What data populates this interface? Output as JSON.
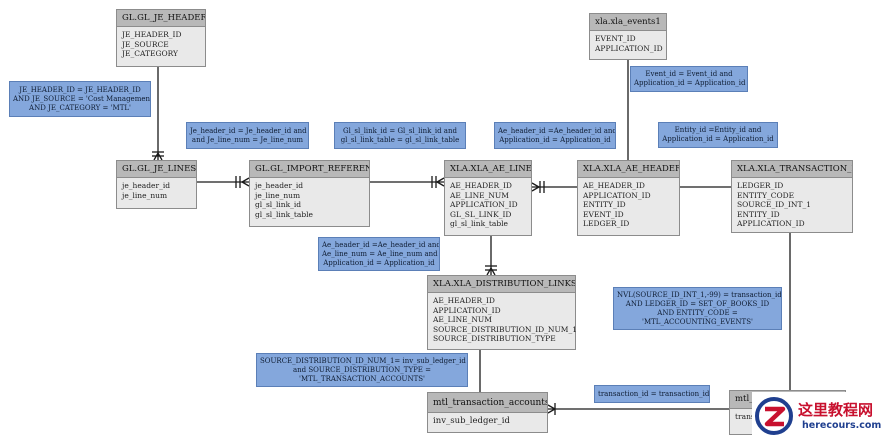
{
  "entities": {
    "gl_je_headers": {
      "title": "GL.GL_JE_HEADERS",
      "cols": [
        "JE_HEADER_ID",
        "JE_SOURCE",
        "JE_CATEGORY"
      ]
    },
    "gl_je_lines": {
      "title": "GL.GL_JE_LINES",
      "cols": [
        "je_header_id",
        "je_line_num"
      ]
    },
    "gl_import_references": {
      "title": "GL.GL_IMPORT_REFERENCES",
      "cols": [
        "je_header_id",
        "je_line_num",
        "gl_sl_link_id",
        "gl_sl_link_table"
      ]
    },
    "xla_ae_lines": {
      "title": "XLA.XLA_AE_LINES",
      "cols": [
        "AE_HEADER_ID",
        "AE_LINE_NUM",
        "APPLICATION_ID",
        "GL_SL_LINK_ID",
        "gl_sl_link_table"
      ]
    },
    "xla_ae_headers": {
      "title": "XLA.XLA_AE_HEADERS",
      "cols": [
        "AE_HEADER_ID",
        "APPLICATION_ID",
        "ENTITY_ID",
        "EVENT_ID",
        "LEDGER_ID"
      ]
    },
    "xla_events": {
      "title": "xla.xla_events1",
      "cols": [
        "EVENT_ID",
        "APPLICATION_ID"
      ]
    },
    "xla_transaction_entities": {
      "title": "XLA.XLA_TRANSACTION_ENTITIES",
      "cols": [
        "LEDGER_ID",
        "ENTITY_CODE",
        "SOURCE_ID_INT_1",
        "ENTITY_ID",
        "APPLICATION_ID"
      ]
    },
    "xla_distribution_links": {
      "title": "XLA.XLA_DISTRIBUTION_LINKS",
      "cols": [
        "AE_HEADER_ID",
        "APPLICATION_ID",
        "AE_LINE_NUM",
        "SOURCE_DISTRIBUTION_ID_NUM_1",
        "SOURCE_DISTRIBUTION_TYPE"
      ]
    },
    "mtl_transaction_accounts": {
      "title": "mtl_transaction_accounts",
      "cols": [
        "inv_sub_ledger_id"
      ]
    },
    "mtl_partial": {
      "title": "mtl_material_transactions",
      "cols": [
        "transaction_id"
      ]
    }
  },
  "notes": {
    "n_headers_lines": [
      "JE_HEADER_ID = JE_HEADER_ID",
      "AND JE_SOURCE = 'Cost Management'",
      "AND JE_CATEGORY = 'MTL'"
    ],
    "n_lines_refs": [
      "Je_header_id = Je_header_id and",
      "and Je_line_num =  Je_line_num"
    ],
    "n_refs_aelines": [
      "Gl_sl_link_id = Gl_sl_link_id and",
      "gl_sl_link_table = gl_sl_link_table"
    ],
    "n_aelines_aeheaders": [
      "Ae_header_id =Ae_header_id and",
      "Application_id = Application_id"
    ],
    "n_events": [
      "Event_id = Event_id and",
      "Application_id = Application_id"
    ],
    "n_entities": [
      "Entity_id =Entity_id and",
      "Application_id = Application_id"
    ],
    "n_dist": [
      "Ae_header_id =Ae_header_id and",
      "Ae_line_num = Ae_line_num and",
      "Application_id = Application_id"
    ],
    "n_nvl": [
      "NVL(SOURCE_ID_INT_1,-99) = transaction_id",
      "AND LEDGER_ID = SET_OF_BOOKS_ID",
      "AND ENTITY_CODE =",
      "'MTL_ACCOUNTING_EVENTS'"
    ],
    "n_srcdist": [
      "SOURCE_DISTRIBUTION_ID_NUM_1= inv_sub_ledger_id",
      "and  SOURCE_DISTRIBUTION_TYPE =",
      "'MTL_TRANSACTION_ACCOUNTS'"
    ],
    "n_trx": [
      "transaction_id = transaction_id"
    ]
  },
  "watermark": {
    "title": "这里教程网",
    "url": "herecours.com"
  }
}
